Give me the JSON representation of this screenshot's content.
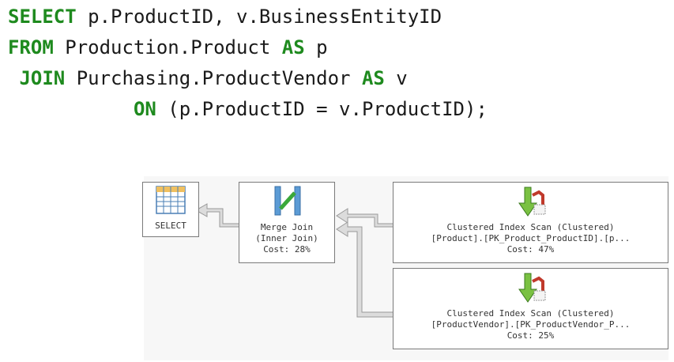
{
  "query": {
    "lines": [
      {
        "parts": [
          {
            "kw": "SELECT"
          },
          {
            "txt": " p.ProductID, v.BusinessEntityID"
          }
        ]
      },
      {
        "parts": [
          {
            "kw": "FROM"
          },
          {
            "txt": " Production.Product "
          },
          {
            "kw": "AS"
          },
          {
            "txt": " p"
          }
        ]
      },
      {
        "parts": [
          {
            "txt": " "
          },
          {
            "kw": "JOIN"
          },
          {
            "txt": " Purchasing.ProductVendor "
          },
          {
            "kw": "AS"
          },
          {
            "txt": " v"
          }
        ]
      },
      {
        "parts": [
          {
            "txt": "           "
          },
          {
            "kw": "ON"
          },
          {
            "txt": " (p.ProductID = v.ProductID);"
          }
        ]
      }
    ]
  },
  "plan": {
    "select": {
      "label": "SELECT"
    },
    "merge_join": {
      "line1": "Merge Join",
      "line2": "(Inner Join)",
      "cost": "Cost: 28%"
    },
    "scan_product": {
      "line1": "Clustered Index Scan (Clustered)",
      "line2": "[Product].[PK_Product_ProductID].[p...",
      "cost": "Cost: 47%"
    },
    "scan_vendor": {
      "line1": "Clustered Index Scan (Clustered)",
      "line2": "[ProductVendor].[PK_ProductVendor_P...",
      "cost": "Cost: 25%"
    }
  },
  "colors": {
    "keyword": "#1e8a1e",
    "text": "#1a1a1a",
    "node_border": "#7a7a7a",
    "arrow": "#c8c8c8"
  }
}
